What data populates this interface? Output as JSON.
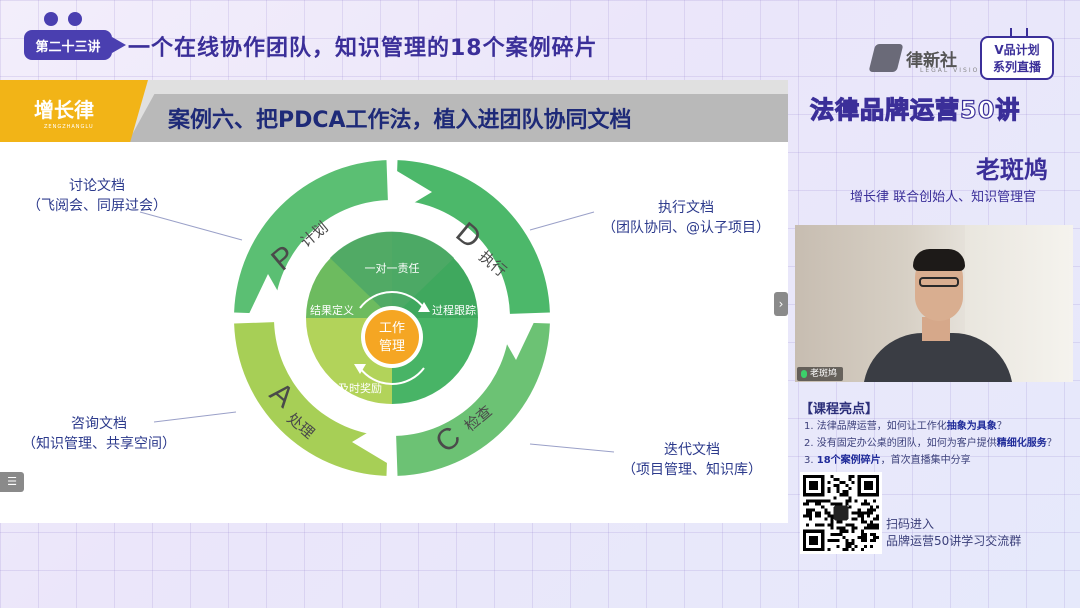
{
  "header": {
    "episode": "第二十三讲",
    "title": "一个在线协作团队，知识管理的18个案例碎片",
    "brand": "律新社",
    "brand_sub": "LEGAL VISION",
    "tv_badge_line1": "V品计划",
    "tv_badge_line2": "系列直播",
    "series_title": "法律品牌运营50讲"
  },
  "lecturer": {
    "name": "老斑鸠",
    "role": "增长律 联合创始人、知识管理官"
  },
  "slide": {
    "logo": "增长律",
    "logo_sub": "ZENGZHANGLU",
    "title": "案例六、把PDCA工作法，植入进团队协同文档",
    "cycle": {
      "p": {
        "letter": "P",
        "label": "计划"
      },
      "d": {
        "letter": "D",
        "label": "执行"
      },
      "c": {
        "letter": "C",
        "label": "检查"
      },
      "a": {
        "letter": "A",
        "label": "处理"
      },
      "inner_top": "一对一责任",
      "inner_left": "结果定义",
      "inner_right": "过程跟踪",
      "inner_bottom": "及时奖励",
      "center_line1": "工作",
      "center_line2": "管理"
    },
    "labels": {
      "discussion_title": "讨论文档",
      "discussion_sub": "（飞阅会、同屏过会）",
      "execution_title": "执行文档",
      "execution_sub": "（团队协同、@认子项目）",
      "consult_title": "咨询文档",
      "consult_sub": "（知识管理、共享空间）",
      "iteration_title": "迭代文档",
      "iteration_sub": "（项目管理、知识库）"
    },
    "colors": {
      "dark_green": "#3fae64",
      "mid_green": "#5bc06f",
      "light_green": "#9acb4e",
      "pale_green": "#b8d86a",
      "center_orange": "#f5a623"
    }
  },
  "webcam": {
    "tag": "老斑鸠"
  },
  "highlights": {
    "title": "【课程亮点】",
    "items": [
      {
        "prefix": "1.  法律品牌运营，如何让工作化",
        "bold": "抽象为具象",
        "suffix": "？"
      },
      {
        "prefix": "2.  没有固定办公桌的团队，如何为客户提供",
        "bold": "精细化服务",
        "suffix": "？"
      },
      {
        "prefix": "3.  ",
        "bold": "18个案例碎片",
        "suffix": "，首次直播集中分享"
      }
    ]
  },
  "qr": {
    "line1": "扫码进入",
    "line2": "品牌运营50讲学习交流群"
  },
  "controls": {
    "next_arrow": "›",
    "menu_icon": "☰"
  }
}
